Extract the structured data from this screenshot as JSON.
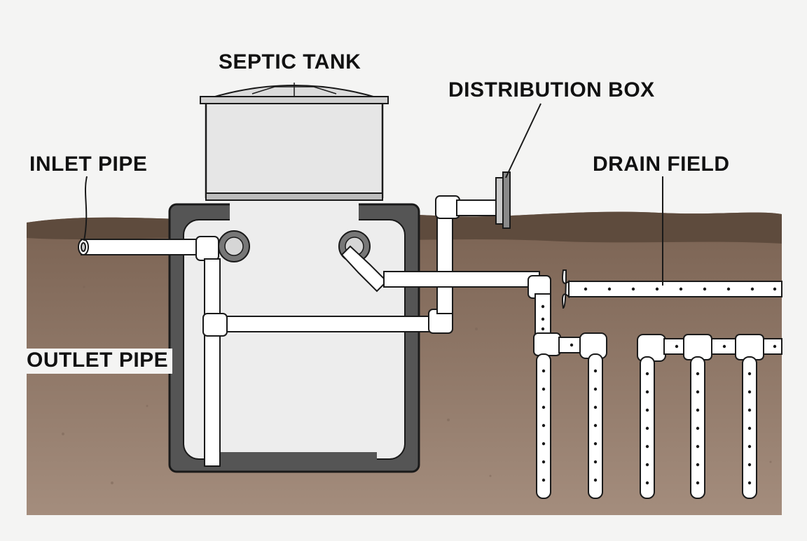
{
  "labels": {
    "septic_tank": "SEPTIC TANK",
    "distribution_box": "DISTRIBUTION BOX",
    "inlet_pipe": "INLET PIPE",
    "drain_field": "DRAIN FIELD",
    "outlet_pipe": "OUTLET PIPE"
  },
  "colors": {
    "background": "#f4f4f3",
    "topsoil": "#5e4b3d",
    "soil": "#8f7665",
    "tank_body": "#ececec",
    "tank_wall": "#555555",
    "pipe": "#ffffff",
    "outline": "#1a1a1a"
  }
}
